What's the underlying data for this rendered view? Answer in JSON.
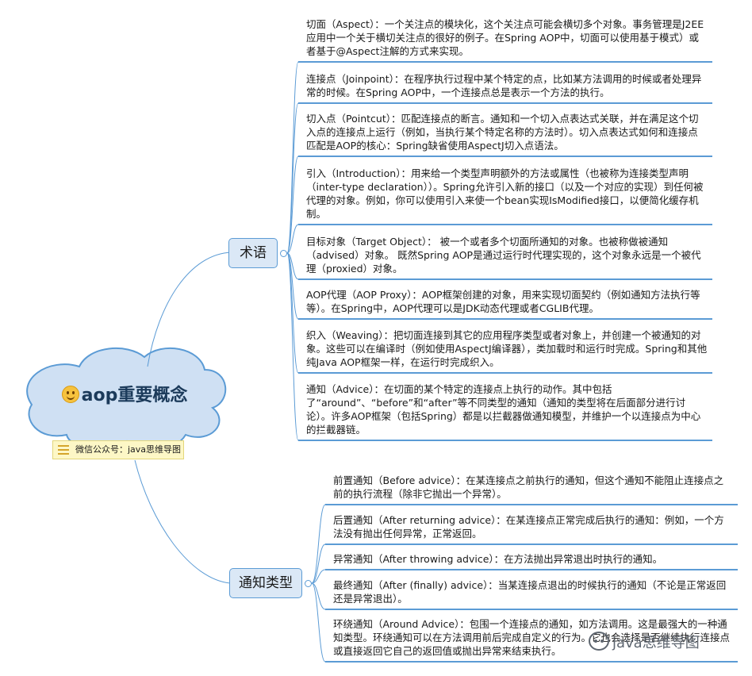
{
  "root": {
    "title": "aop重要概念",
    "note": "微信公众号：java思维导图"
  },
  "branches": [
    {
      "label": "术语",
      "items": [
        "切面（Aspect）：一个关注点的模块化，这个关注点可能会横切多个对象。事务管理是J2EE应用中一个关于横切关注点的很好的例子。在Spring AOP中，切面可以使用基于模式）或者基于@Aspect注解的方式来实现。",
        "连接点（Joinpoint）：在程序执行过程中某个特定的点，比如某方法调用的时候或者处理异常的时候。在Spring AOP中，一个连接点总是表示一个方法的执行。",
        "切入点（Pointcut）：匹配连接点的断言。通知和一个切入点表达式关联，并在满足这个切入点的连接点上运行（例如，当执行某个特定名称的方法时）。切入点表达式如何和连接点匹配是AOP的核心：Spring缺省使用AspectJ切入点语法。",
        "引入（Introduction）：用来给一个类型声明额外的方法或属性（也被称为连接类型声明（inter-type declaration））。Spring允许引入新的接口（以及一个对应的实现）到任何被代理的对象。例如，你可以使用引入来使一个bean实现IsModified接口，以便简化缓存机制。",
        "目标对象（Target Object）： 被一个或者多个切面所通知的对象。也被称做被通知（advised）对象。 既然Spring AOP是通过运行时代理实现的，这个对象永远是一个被代理（proxied）对象。",
        "AOP代理（AOP Proxy）：AOP框架创建的对象，用来实现切面契约（例如通知方法执行等等）。在Spring中，AOP代理可以是JDK动态代理或者CGLIB代理。",
        "织入（Weaving）：把切面连接到其它的应用程序类型或者对象上，并创建一个被通知的对象。这些可以在编译时（例如使用AspectJ编译器），类加载时和运行时完成。Spring和其他纯Java AOP框架一样，在运行时完成织入。",
        "通知（Advice）：在切面的某个特定的连接点上执行的动作。其中包括了“around”、“before”和“after”等不同类型的通知（通知的类型将在后面部分进行讨论）。许多AOP框架（包括Spring）都是以拦截器做通知模型，并维护一个以连接点为中心的拦截器链。"
      ]
    },
    {
      "label": "通知类型",
      "items": [
        "前置通知（Before advice）：在某连接点之前执行的通知，但这个通知不能阻止连接点之前的执行流程（除非它抛出一个异常）。",
        "后置通知（After returning advice）：在某连接点正常完成后执行的通知：例如，一个方法没有抛出任何异常，正常返回。",
        "异常通知（After throwing advice）：在方法抛出异常退出时执行的通知。",
        "最终通知（After (finally) advice）：当某连接点退出的时候执行的通知（不论是正常返回还是异常退出）。",
        "环绕通知（Around Advice）：包围一个连接点的通知，如方法调用。这是最强大的一种通知类型。环绕通知可以在方法调用前后完成自定义的行为。它也会选择是否继续执行连接点或直接返回它自己的返回值或抛出异常来结束执行。"
      ]
    }
  ],
  "watermark": "java思维导图",
  "colors": {
    "line": "#5b9bd5",
    "node_fill": "#dbe8f6",
    "cloud_fill": "#cfe0f3",
    "note_fill": "#fdf7c6"
  }
}
